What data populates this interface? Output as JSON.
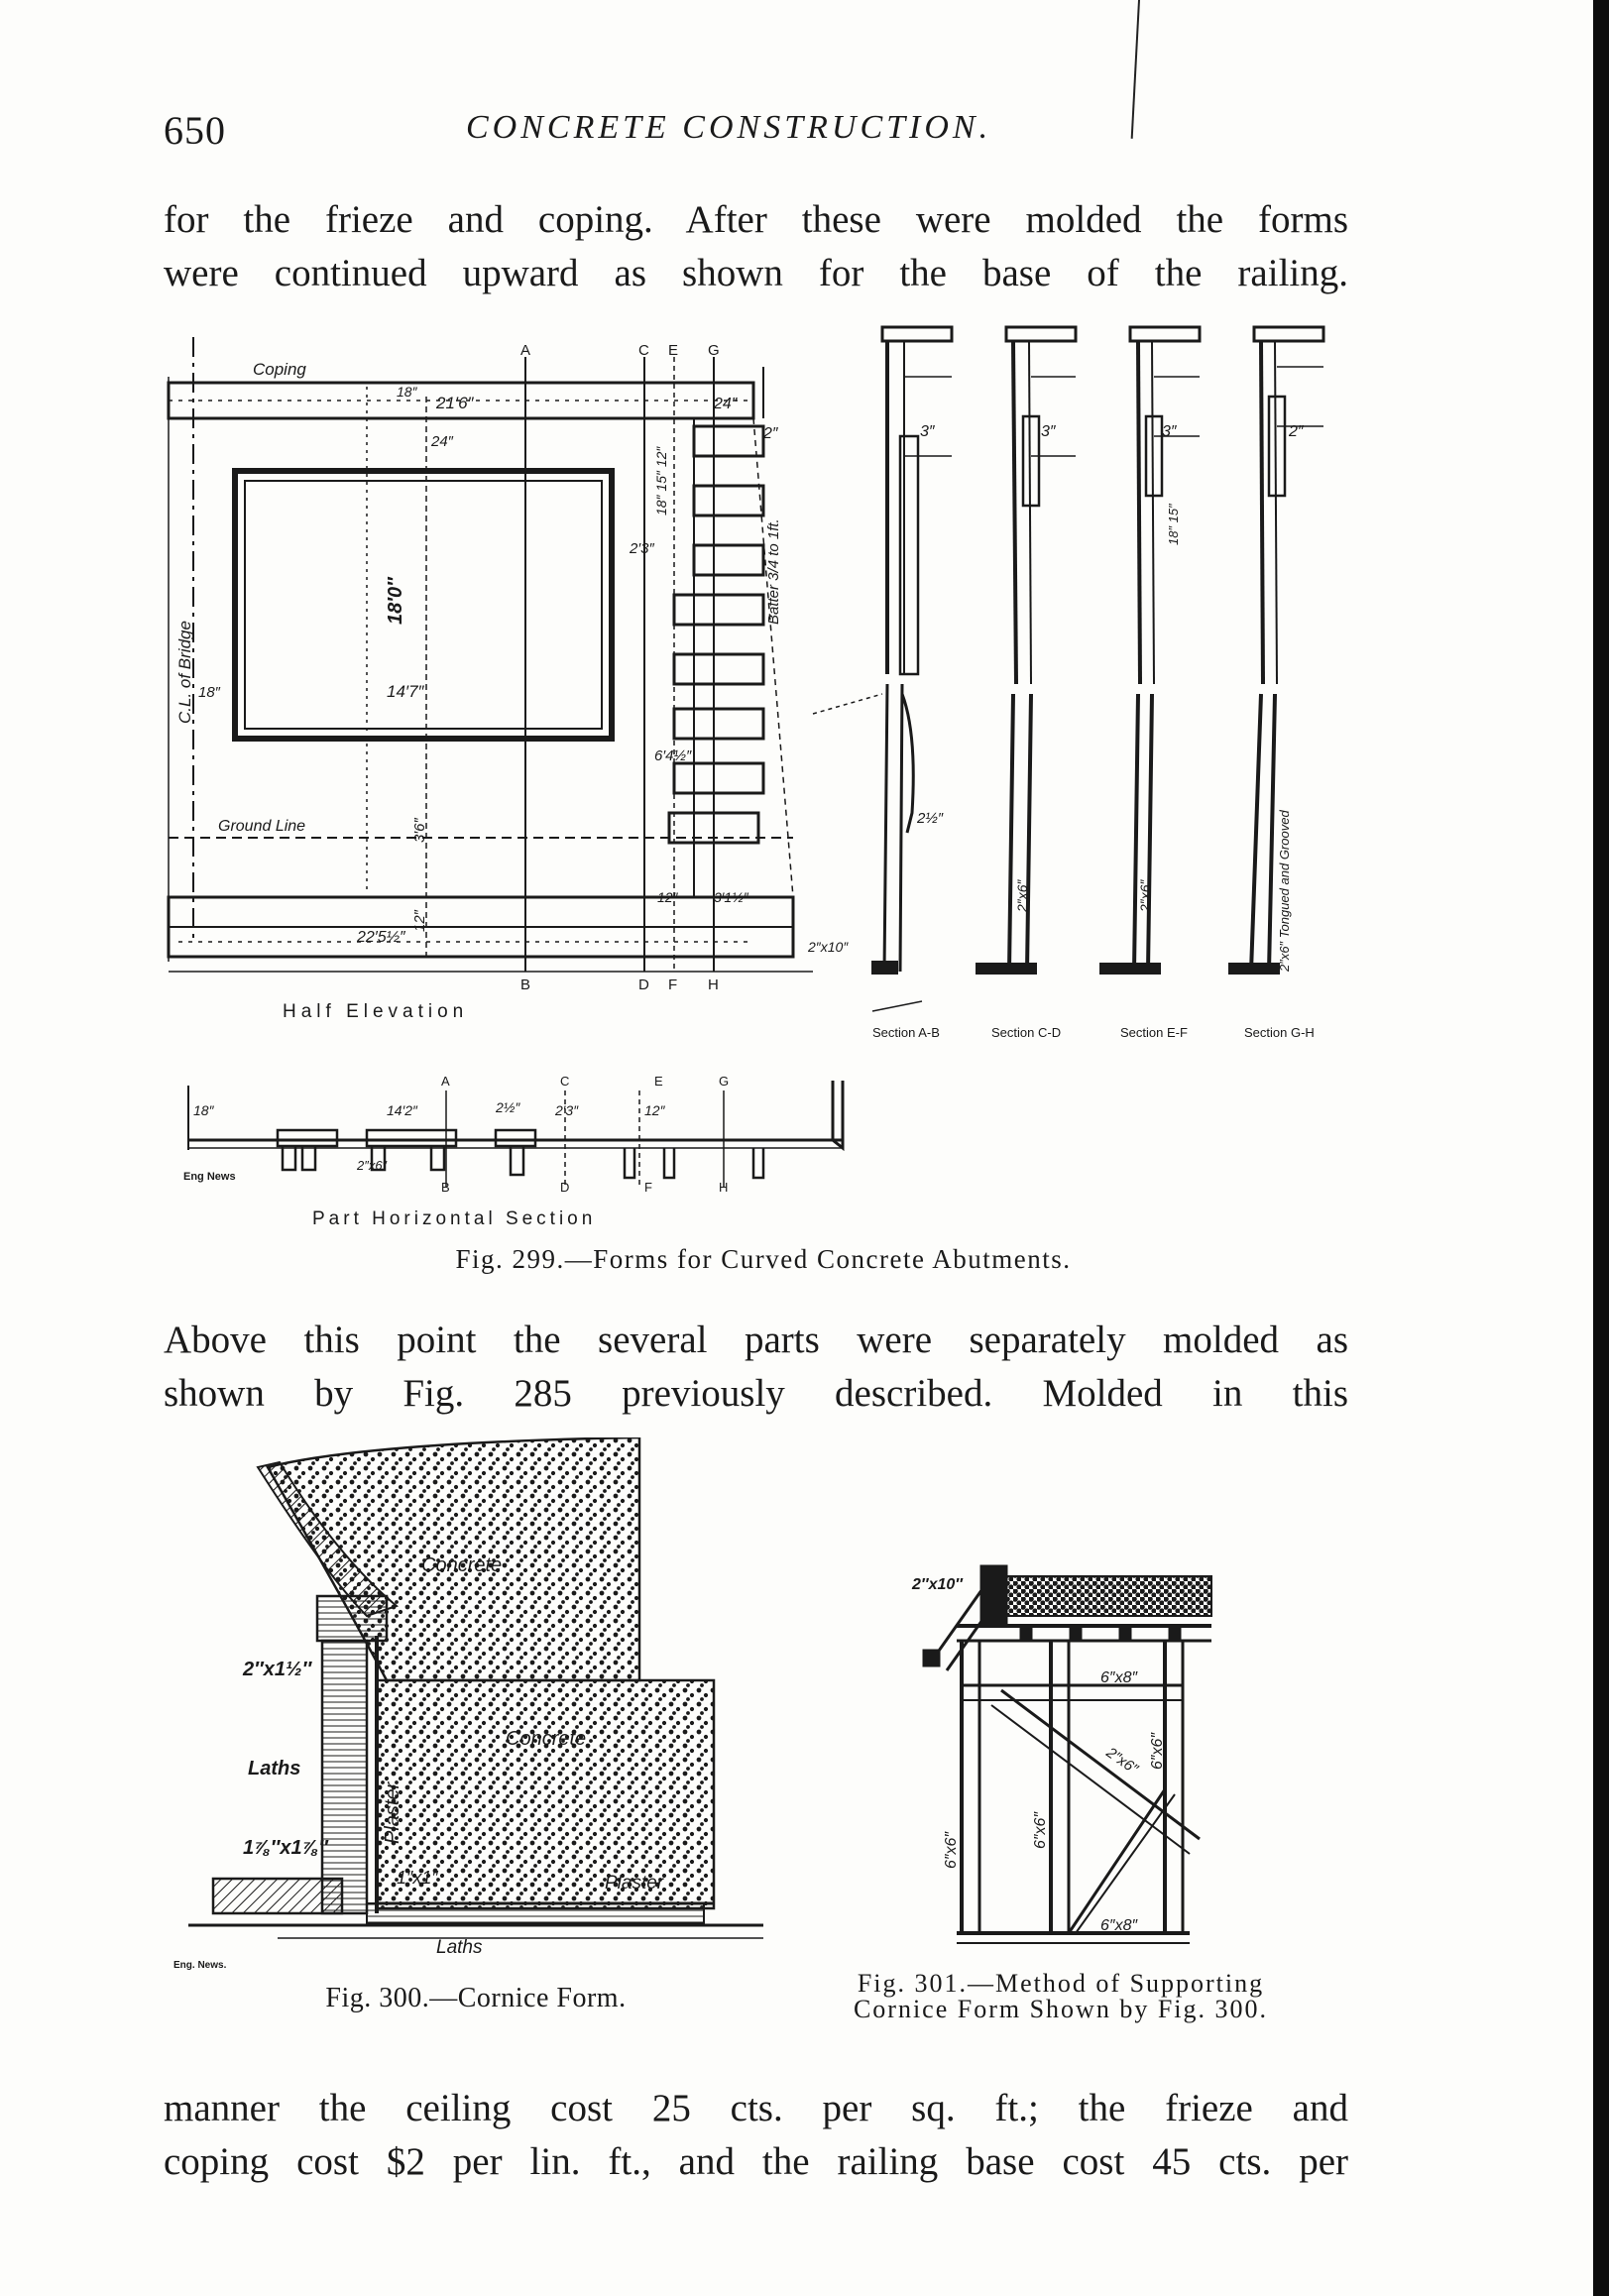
{
  "header": {
    "page_number": "650",
    "running_title": "CONCRETE CONSTRUCTION."
  },
  "paragraph_1": [
    "for the frieze and coping.  After these were molded the forms",
    "were continued upward as shown for the base of the railing."
  ],
  "figure_299": {
    "caption": "Fig. 299.—Forms for Curved Concrete Abutments.",
    "elevation_title": "Half Elevation",
    "horizontal_section_title": "Part Horizontal Section",
    "labels": {
      "coping": "Coping",
      "ground_line": "Ground Line",
      "cl_bridge": "C.L. of Bridge",
      "batter": "Batter 3/4 to 1ft.",
      "dim_21_6": "21′6″",
      "dim_24": "24″",
      "dim_18": "18″",
      "dim_18_0": "18′0″",
      "dim_14_7": "14′7″",
      "dim_2_3": "2′3″",
      "dim_6_4_half": "6′4½″",
      "dim_3_6": "3′6″",
      "dim_12": "12″",
      "dim_3_1_half": "3′1½″",
      "dim_22_5_half": "22′5½″",
      "dim_2": "2″",
      "dim_18_15_12": "18″ 15″ 12″",
      "tick_a": "A",
      "tick_b": "B",
      "tick_c": "C",
      "tick_d": "D",
      "tick_e": "E",
      "tick_f": "F",
      "tick_g": "G",
      "tick_h": "H",
      "hs_18": "18″",
      "hs_14_2": "14′2″",
      "hs_2_half": "2½″",
      "hs_2_3": "2′3″",
      "hs_12": "12″",
      "hs_2x6": "2″x6″",
      "eng_news": "Eng News"
    },
    "sections": [
      {
        "label": "Section A-B",
        "top_dim": "3″",
        "bottom_dim": "2½″",
        "plank": ""
      },
      {
        "label": "Section C-D",
        "top_dim": "3″",
        "bottom_dim": "",
        "plank": "2″x6″"
      },
      {
        "label": "Section E-F",
        "top_dim": "3″",
        "bottom_dim": "18″ 15″",
        "plank": "2″x6″"
      },
      {
        "label": "Section G-H",
        "top_dim": "2″",
        "bottom_dim": "",
        "plank": "2″x6″ Tongued and Grooved"
      }
    ],
    "sill_label": "2″x10″"
  },
  "paragraph_2": [
    "Above this point the several parts were separately molded as",
    "shown by Fig. 285 previously described.  Molded in this"
  ],
  "figure_300": {
    "caption": "Fig. 300.—Cornice Form.",
    "labels": {
      "concrete_top": "Concrete",
      "concrete_mid": "Concrete",
      "plaster_v": "Plaster",
      "plaster_h": "Plaster",
      "laths_side": "Laths",
      "laths_bottom": "Laths",
      "batten_1": "2″x1½″",
      "batten_2": "1⅞″x1⅞″",
      "strip": "1″x1″",
      "eng_news": "Eng. News."
    }
  },
  "figure_301": {
    "caption_line_1": "Fig. 301.—Method of Supporting",
    "caption_line_2": "Cornice Form Shown by Fig. 300.",
    "labels": {
      "top_plank": "2″x10″",
      "beam_top": "6″x8″",
      "brace": "2″x6″",
      "post_left": "6″x6″",
      "post_mid": "6″x6″",
      "post_right": "6″x6″",
      "sill": "6″x8″"
    }
  },
  "paragraph_3": [
    "manner the ceiling cost 25 cts. per sq. ft.; the frieze and",
    "coping cost $2 per lin. ft., and the railing base cost 45 cts. per"
  ]
}
